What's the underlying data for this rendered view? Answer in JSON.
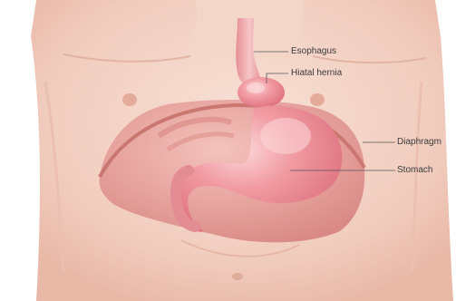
{
  "labels": {
    "esophagus": "Esophagus",
    "hiatal_hernia": "Hiatal hernia",
    "diaphragm": "Diaphragm",
    "stomach": "Stomach"
  },
  "colors": {
    "skin": "#f3d2c4",
    "skin_shadow": "#e6b5a4",
    "cavity": "#e9a7a2",
    "stomach": "#ee8e96",
    "stomach_highlight": "#f7c3c6",
    "leader_line": "#555555"
  }
}
